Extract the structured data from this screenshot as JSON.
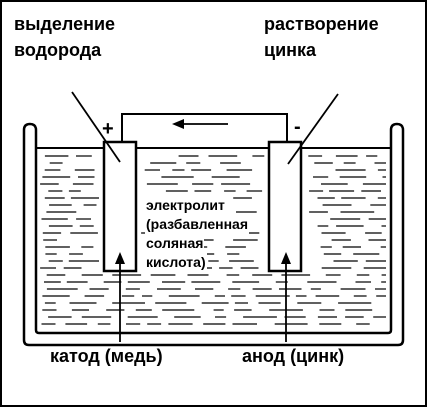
{
  "labels": {
    "hydrogen_line1": "выделение",
    "hydrogen_line2": "водорода",
    "zinc_line1": "растворение",
    "zinc_line2": "цинка",
    "cathode": "катод (медь)",
    "anode": "анод (цинк)",
    "plus": "+",
    "minus": "-"
  },
  "electrolyte": {
    "line1": "электролит",
    "line2": "(разбавленная",
    "line3": "соляная",
    "line4": "кислота)"
  },
  "colors": {
    "ink": "#000000",
    "background": "#ffffff"
  },
  "icons": {
    "current_direction": "left-arrow-icon"
  }
}
